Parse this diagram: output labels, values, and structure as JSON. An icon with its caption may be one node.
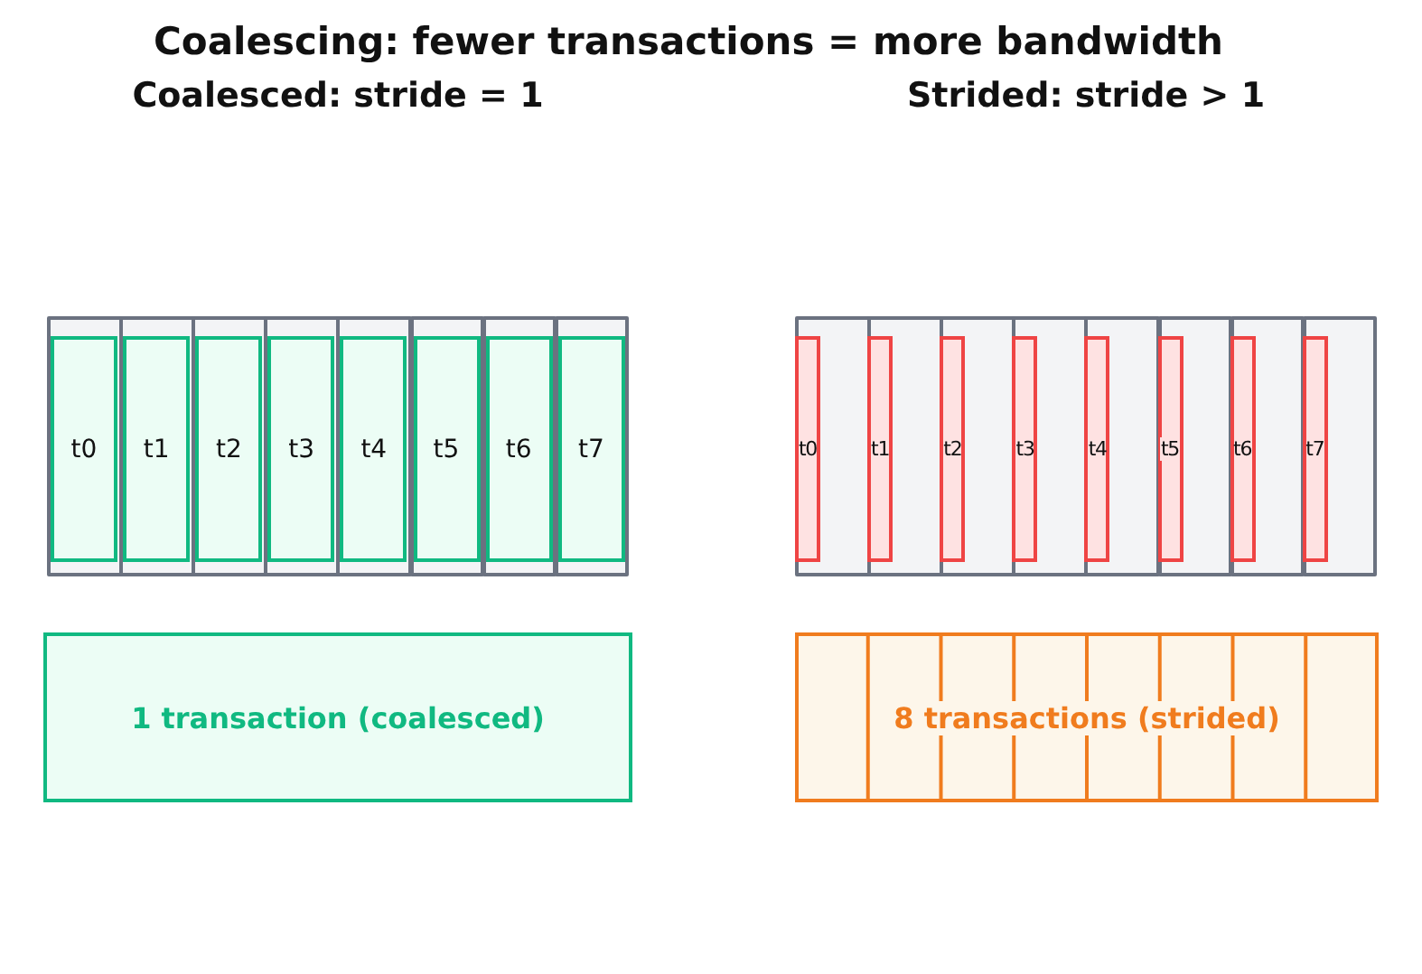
{
  "diagram": {
    "title": "Coalescing: fewer transactions = more bandwidth",
    "nodes": [
      {
        "text": [],
        "shape": "box"
      },
      {
        "text": [],
        "shape": "box"
      },
      {
        "text": [],
        "shape": "box"
      },
      {
        "text": [],
        "shape": "box"
      },
      {
        "text": [],
        "shape": "box"
      },
      {
        "text": [],
        "shape": "box"
      },
      {
        "text": [],
        "shape": "box"
      },
      {
        "text": [],
        "shape": "box"
      },
      {
        "text": [
          "t0"
        ],
        "in": 0
      },
      {
        "text": [
          "t1"
        ],
        "in": 1
      },
      {
        "text": [
          "t2"
        ],
        "in": 2
      },
      {
        "text": [
          "t3"
        ],
        "in": 3
      },
      {
        "text": [
          "t4"
        ],
        "in": 4
      },
      {
        "text": [
          "t5"
        ],
        "in": 5
      },
      {
        "text": [
          "t6"
        ],
        "in": 6
      },
      {
        "text": [
          "t7"
        ],
        "in": 7
      },
      {
        "text": [],
        "shape": "box"
      },
      {
        "text": [],
        "shape": "box"
      },
      {
        "text": [],
        "shape": "box"
      },
      {
        "text": [],
        "shape": "box"
      },
      {
        "text": [],
        "shape": "box"
      },
      {
        "text": [],
        "shape": "box"
      },
      {
        "text": [],
        "shape": "box"
      },
      {
        "text": [],
        "shape": "box"
      },
      {
        "text": [
          "t0"
        ],
        "in": 16
      },
      {
        "text": [
          "t1"
        ],
        "in": 17
      },
      {
        "text": [
          "t2"
        ],
        "in": 18
      },
      {
        "text": [
          "t3"
        ],
        "in": 19
      },
      {
        "text": [
          "t4"
        ],
        "in": 20
      },
      {
        "text": [
          "t5"
        ],
        "in": 21
      },
      {
        "text": [
          "t6"
        ],
        "in": 22
      },
      {
        "text": [
          "t7"
        ],
        "in": 23
      },
      {
        "text": [
          "1 transaction (coalesced)"
        ]
      },
      {
        "text": [
          "8 transactions (strided)"
        ]
      }
    ],
    "edges": [],
    "labels": [
      "Coalesced: stride = 1",
      "Strided: stride > 1"
    ]
  }
}
